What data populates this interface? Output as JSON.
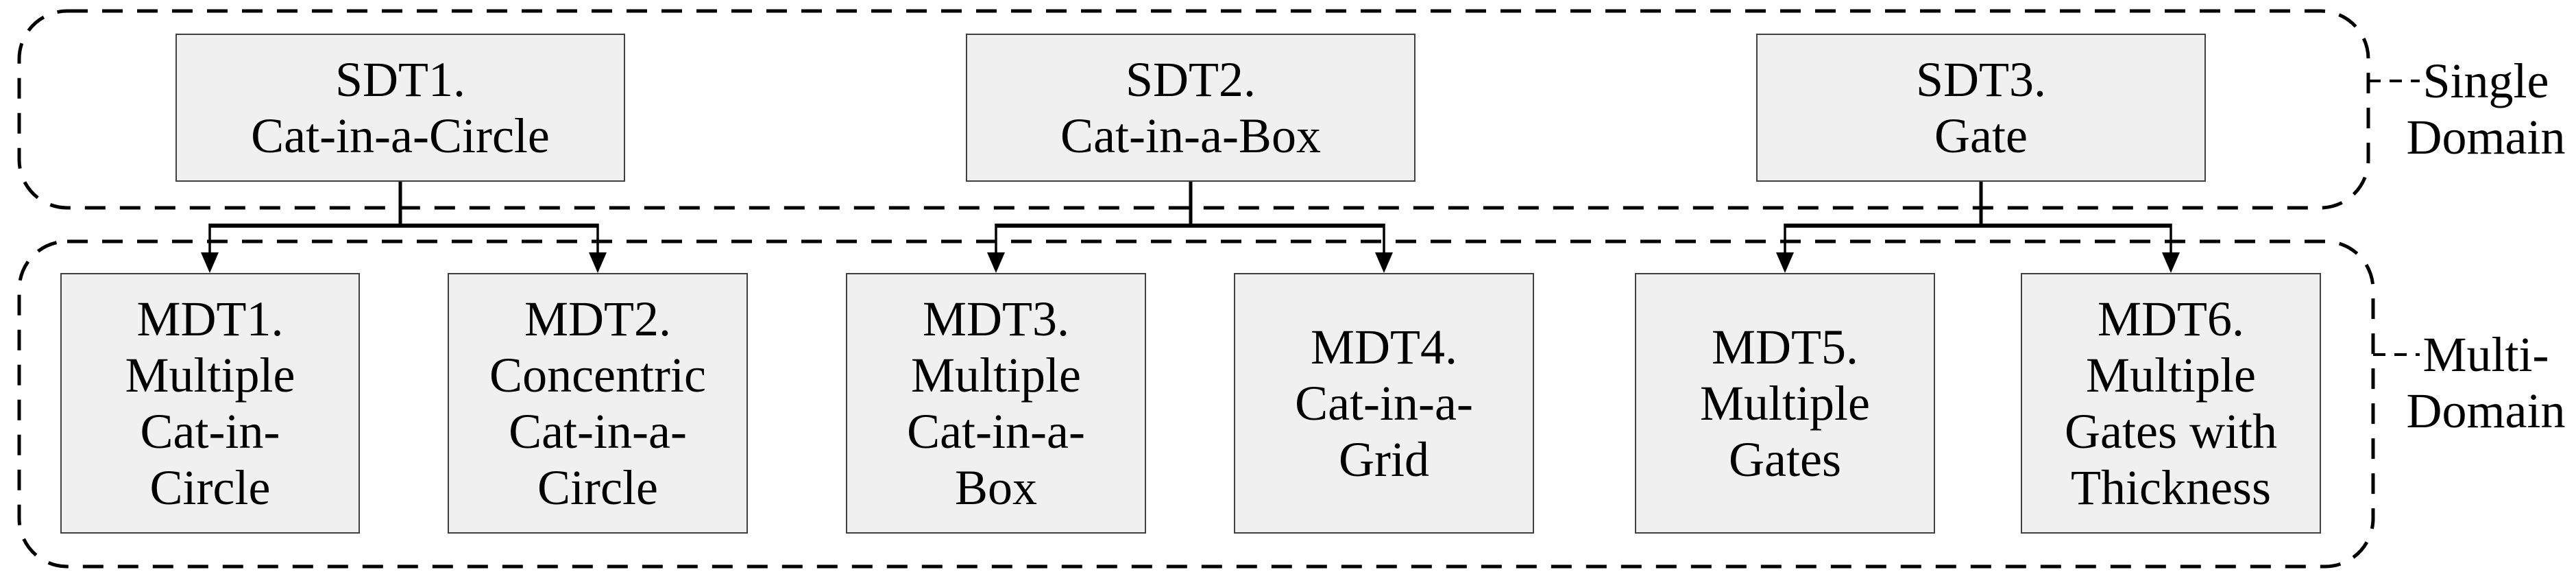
{
  "diagram": {
    "groups": {
      "single_domain": {
        "label_lines": [
          "Single",
          "Domain"
        ],
        "boxes": [
          {
            "id": "SDT1",
            "lines": [
              "SDT1.",
              "Cat-in-a-Circle"
            ]
          },
          {
            "id": "SDT2",
            "lines": [
              "SDT2.",
              "Cat-in-a-Box"
            ]
          },
          {
            "id": "SDT3",
            "lines": [
              "SDT3.",
              "Gate"
            ]
          }
        ]
      },
      "multi_domain": {
        "label_lines": [
          "Multi-",
          "Domain"
        ],
        "boxes": [
          {
            "id": "MDT1",
            "lines": [
              "MDT1.",
              "Multiple",
              "Cat-in-",
              "Circle"
            ]
          },
          {
            "id": "MDT2",
            "lines": [
              "MDT2.",
              "Concentric",
              "Cat-in-a-",
              "Circle"
            ]
          },
          {
            "id": "MDT3",
            "lines": [
              "MDT3.",
              "Multiple",
              "Cat-in-a-",
              "Box"
            ]
          },
          {
            "id": "MDT4",
            "lines": [
              "MDT4.",
              "Cat-in-a-",
              "Grid"
            ]
          },
          {
            "id": "MDT5",
            "lines": [
              "MDT5.",
              "Multiple",
              "Gates"
            ]
          },
          {
            "id": "MDT6",
            "lines": [
              "MDT6.",
              "Multiple",
              "Gates with",
              "Thickness"
            ]
          }
        ]
      }
    },
    "edges": [
      {
        "from": "SDT1",
        "to": [
          "MDT1",
          "MDT2"
        ]
      },
      {
        "from": "SDT2",
        "to": [
          "MDT3",
          "MDT4"
        ]
      },
      {
        "from": "SDT3",
        "to": [
          "MDT5",
          "MDT6"
        ]
      }
    ]
  },
  "colors": {
    "background": "#ffffff",
    "box_fill": "#f0f0f0",
    "box_border": "#404040",
    "line": "#000000",
    "text": "#000000"
  }
}
